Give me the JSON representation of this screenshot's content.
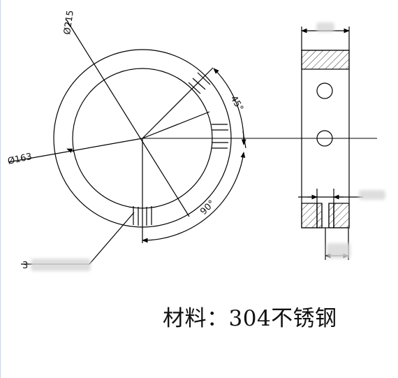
{
  "drawing": {
    "dims": {
      "outer_diameter": "Ø215",
      "inner_diameter": "Ø163",
      "angle_small": "45°",
      "angle_large": "90°",
      "leader_prefix": "3"
    },
    "material_note": "材料：304不锈钢",
    "line_color": "#000000",
    "hatch_color": "#333333"
  }
}
